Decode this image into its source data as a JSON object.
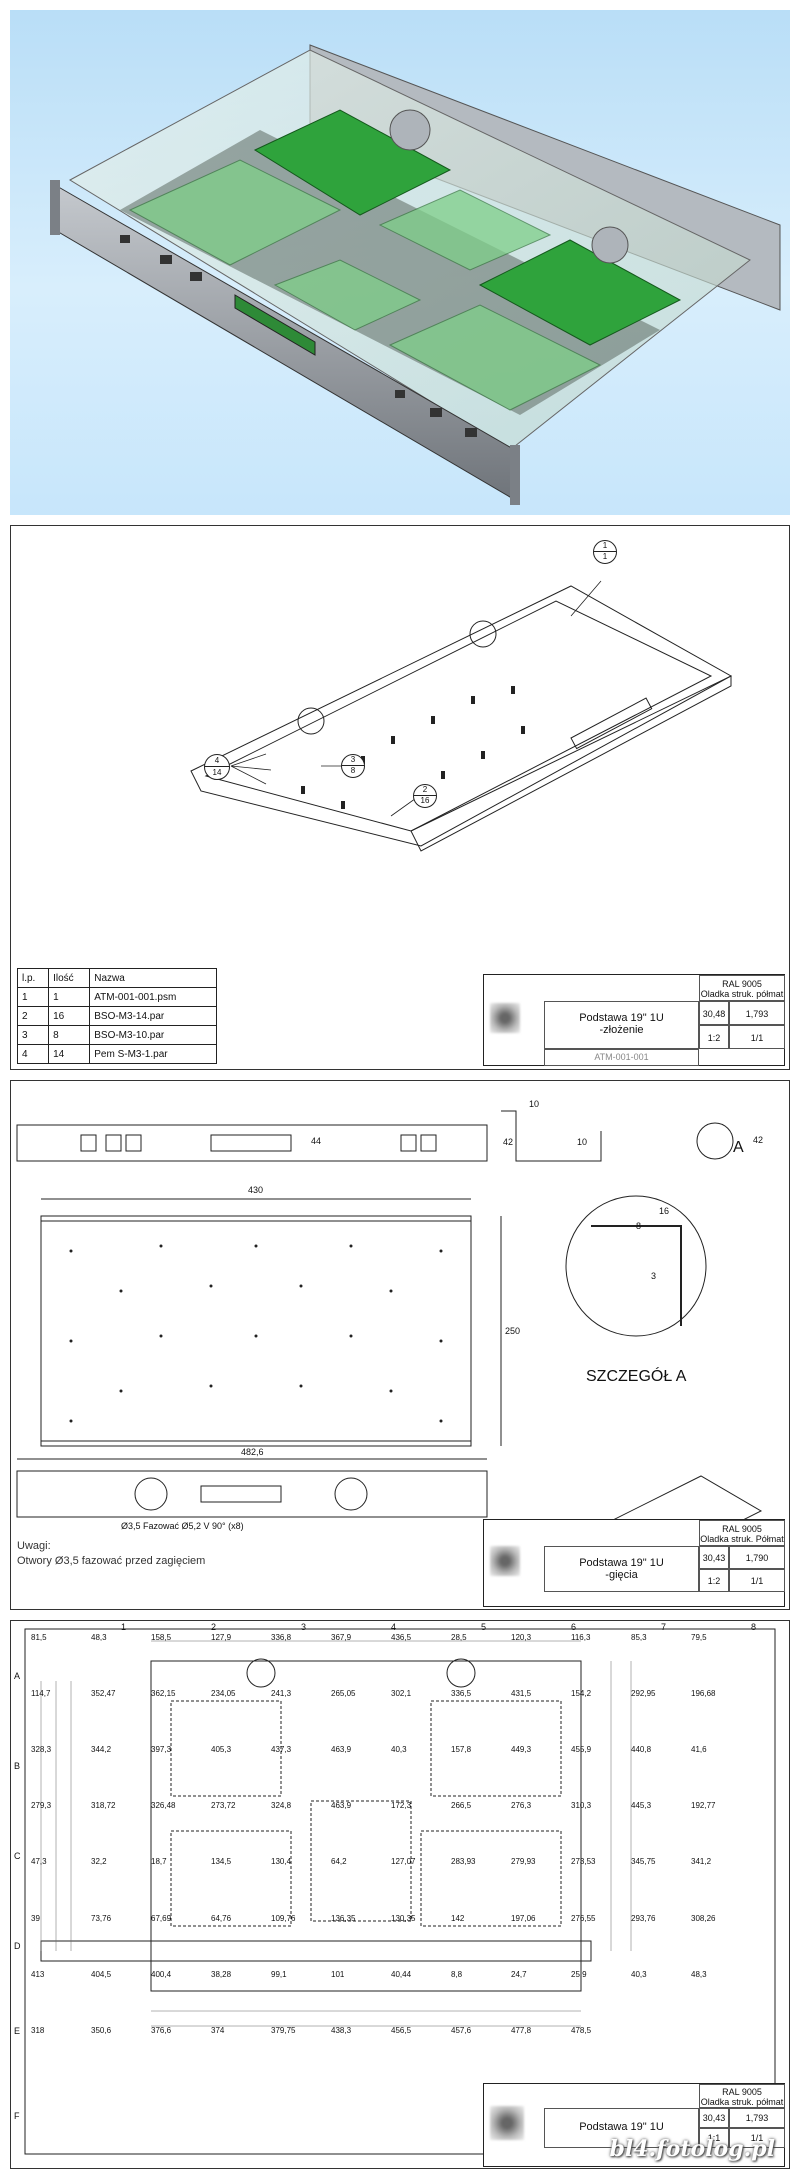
{
  "parts_table": {
    "headers": [
      "l.p.",
      "Ilość",
      "Nazwa"
    ],
    "rows": [
      [
        "1",
        "1",
        "ATM-001-001.psm"
      ],
      [
        "2",
        "16",
        "BSO-M3-14.par"
      ],
      [
        "3",
        "8",
        "BSO-M3-10.par"
      ],
      [
        "4",
        "14",
        "Pem S-M3-1.par"
      ]
    ]
  },
  "callouts": [
    {
      "top": "1",
      "bottom": "1"
    },
    {
      "top": "4",
      "bottom": "14"
    },
    {
      "top": "3",
      "bottom": "8"
    },
    {
      "top": "2",
      "bottom": "16"
    }
  ],
  "title_block_1": {
    "material": "RAL 9005",
    "finish": "Oladka struk. półmat",
    "title": "Podstawa 19\" 1U",
    "subtitle": "-złożenie",
    "drawing_no": "ATM-001-001",
    "mass_1": "30,48",
    "mass_2": "1,793",
    "scale": "1:2",
    "sheet": "1/1"
  },
  "sheet2": {
    "dims": {
      "width_top": "430",
      "height": "250",
      "width_bottom": "482,6",
      "flange_10a": "10",
      "flange_10b": "10",
      "flange_42a": "42",
      "flange_42b": "42",
      "detail_16": "16",
      "detail_8": "8",
      "detail_3": "3",
      "inner_44": "44"
    },
    "detail_marker": "A",
    "detail_title": "SZCZEGÓŁ A",
    "hole_note": "Ø3,5 Fazować Ø5,2 V 90° (x8)",
    "notes_title": "Uwagi:",
    "notes_text": "Otwory Ø3,5 fazować przed zagięciem"
  },
  "title_block_2": {
    "material": "RAL 9005",
    "finish": "Oladka struk. Półmat",
    "title": "Podstawa 19\" 1U",
    "subtitle": "-gięcia",
    "mass_1": "30,43",
    "mass_2": "1,790",
    "scale": "1:2",
    "sheet": "1/1"
  },
  "sheet3": {
    "col_numbers": [
      "1",
      "2",
      "3",
      "4",
      "5",
      "6",
      "7",
      "8"
    ],
    "row_letters": [
      "A",
      "B",
      "C",
      "D",
      "E",
      "F"
    ],
    "dims": [
      "81,5",
      "48,3",
      "158,5",
      "127,9",
      "336,8",
      "367,9",
      "436,5",
      "28,5",
      "120,3",
      "116,3",
      "85,3",
      "79,5",
      "114,7",
      "352,47",
      "362,15",
      "234,05",
      "241,3",
      "265,05",
      "302,1",
      "336,5",
      "431,5",
      "154,2",
      "292,95",
      "196,68",
      "328,3",
      "344,2",
      "397,3",
      "405,3",
      "437,3",
      "463,9",
      "40,3",
      "157,8",
      "449,3",
      "455,9",
      "440,8",
      "41,6",
      "279,3",
      "318,72",
      "326,48",
      "273,72",
      "324,8",
      "463,9",
      "172,3",
      "266,5",
      "276,3",
      "310,3",
      "445,3",
      "192,77",
      "47,3",
      "32,2",
      "18,7",
      "134,5",
      "130,4",
      "64,2",
      "127,07",
      "283,93",
      "279,93",
      "273,53",
      "345,75",
      "341,2",
      "39",
      "73,76",
      "67,69",
      "64,76",
      "109,76",
      "136,35",
      "130,35",
      "142",
      "197,06",
      "276,55",
      "293,76",
      "308,26",
      "413",
      "404,5",
      "400,4",
      "38,28",
      "99,1",
      "101",
      "40,44",
      "8,8",
      "24,7",
      "25,9",
      "40,3",
      "48,3",
      "318",
      "350,6",
      "376,6",
      "374",
      "379,75",
      "438,3",
      "456,5",
      "457,6",
      "477,8",
      "478,5"
    ],
    "title": "Podstawa 19\" 1U",
    "material": "RAL 9005",
    "finish": "Oladka struk. półmat",
    "mass_1": "30,43",
    "mass_2": "1,793",
    "scale": "1:1",
    "sheet": "1/1"
  },
  "watermark": "bl4.fotolog.pl",
  "colors": {
    "render_bg": "#c7e6fb",
    "pcb_green": "#2fa33c",
    "chassis": "#8a8f96"
  }
}
